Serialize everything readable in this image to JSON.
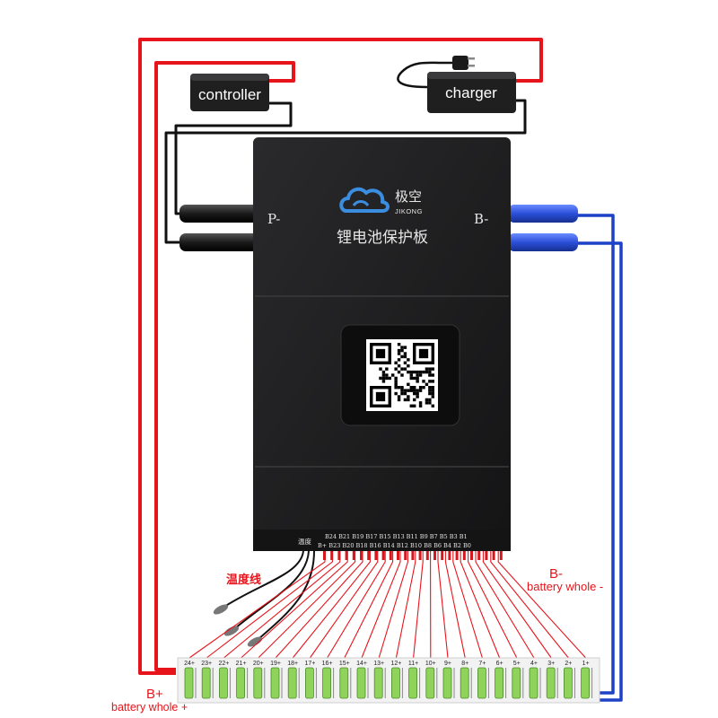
{
  "devices": {
    "controller": "controller",
    "charger": "charger"
  },
  "bms": {
    "brand_cn": "极空",
    "brand_en": "JIKONG",
    "title": "锂电池保护板",
    "p_minus": "P-",
    "b_minus": "B-",
    "temp_cn": "温度",
    "top_pins": "B24 B21 B19 B17 B15 B13 B11 B9 B7 B5 B3 B1",
    "bottom_pins": "B+ B23 B20 B18 B16 B14 B12 B10 B8 B6 B4 B2 B0"
  },
  "labels": {
    "temp_wire": "温度线",
    "b_minus": "B-",
    "battery_minus": "battery whole -",
    "b_plus": "B+",
    "battery_plus": "battery whole +"
  },
  "cells": [
    "24+",
    "23+",
    "22+",
    "21+",
    "20+",
    "19+",
    "18+",
    "17+",
    "16+",
    "15+",
    "14+",
    "13+",
    "12+",
    "11+",
    "10+",
    "9+",
    "8+",
    "7+",
    "6+",
    "5+",
    "4+",
    "3+",
    "2+",
    "1+"
  ],
  "colors": {
    "red": "#e8141b",
    "blue": "#1d41c7",
    "bms_body": "#1c1c1e",
    "cell_green": "#8fd35a"
  }
}
